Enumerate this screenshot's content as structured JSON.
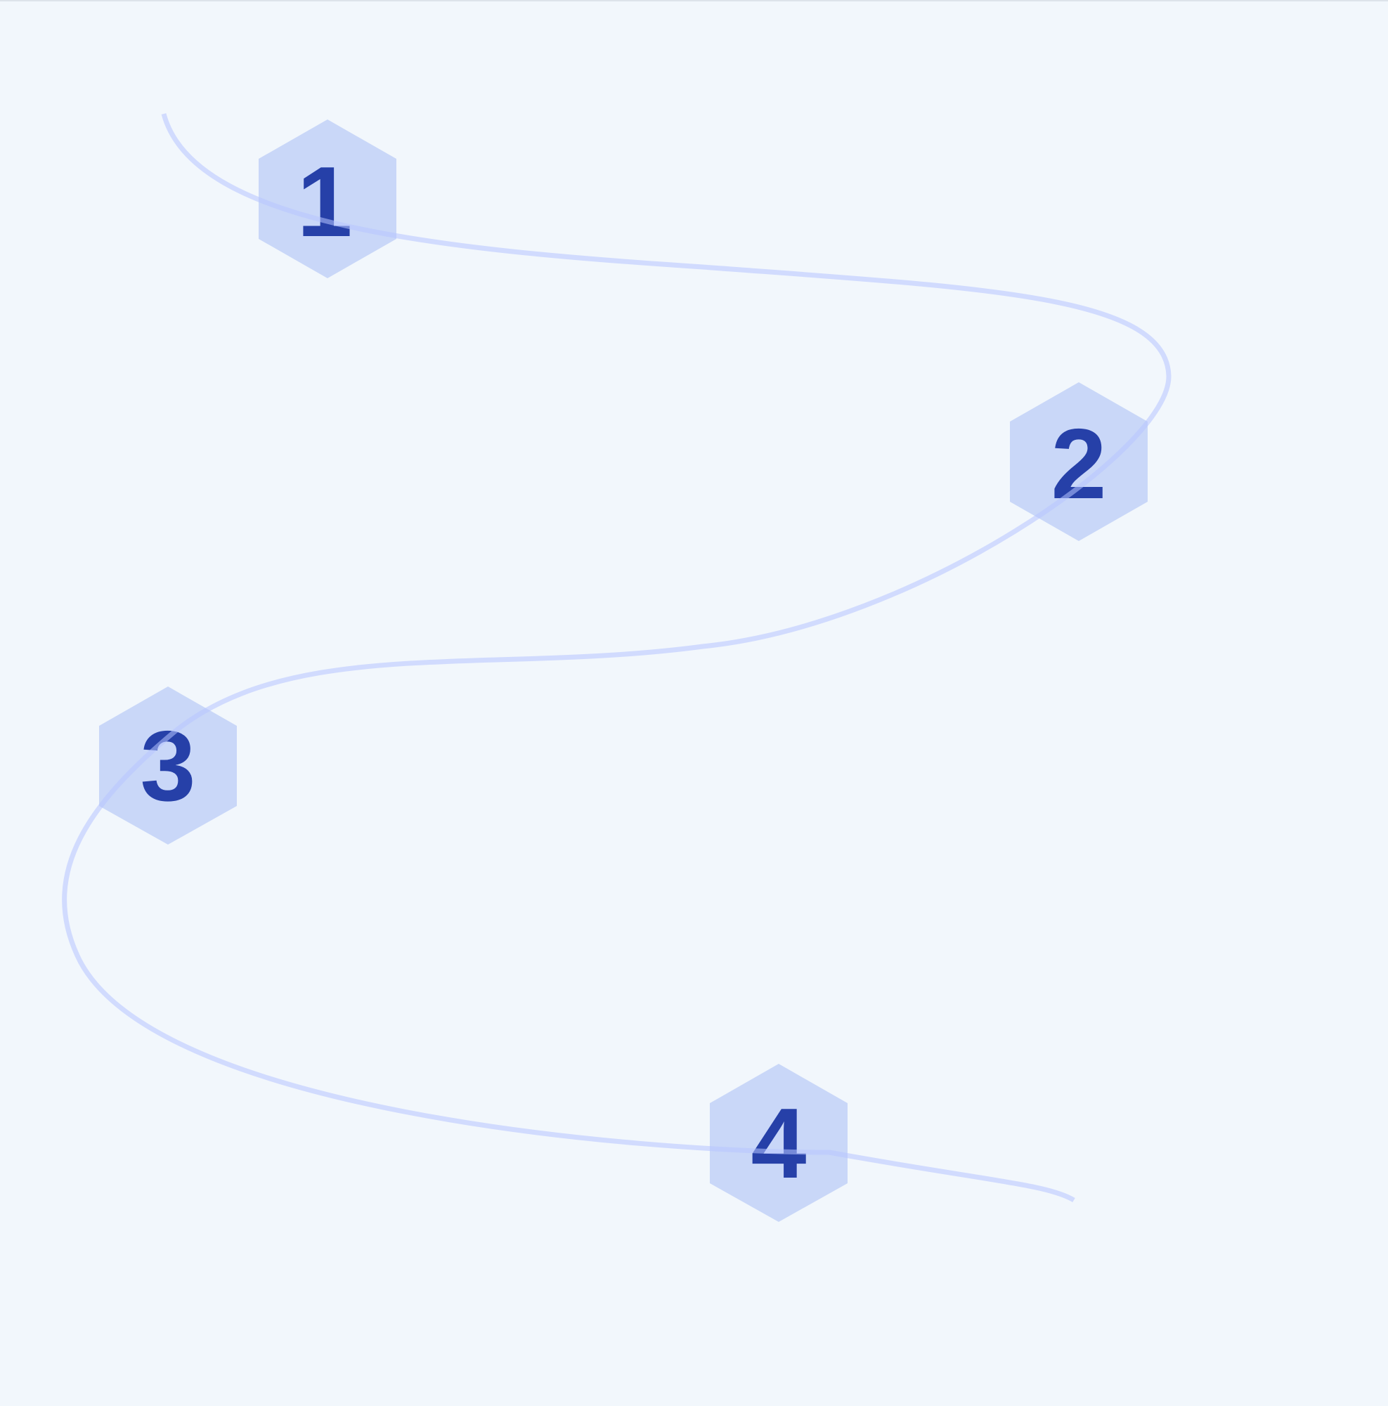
{
  "colors": {
    "background": "#f2f7fc",
    "path_stroke": "#b7c5ff",
    "hexagon_fill": "#c9d7f8",
    "number_text": "#2640a8"
  },
  "steps": [
    {
      "label": "1"
    },
    {
      "label": "2"
    },
    {
      "label": "3"
    },
    {
      "label": "4"
    }
  ]
}
